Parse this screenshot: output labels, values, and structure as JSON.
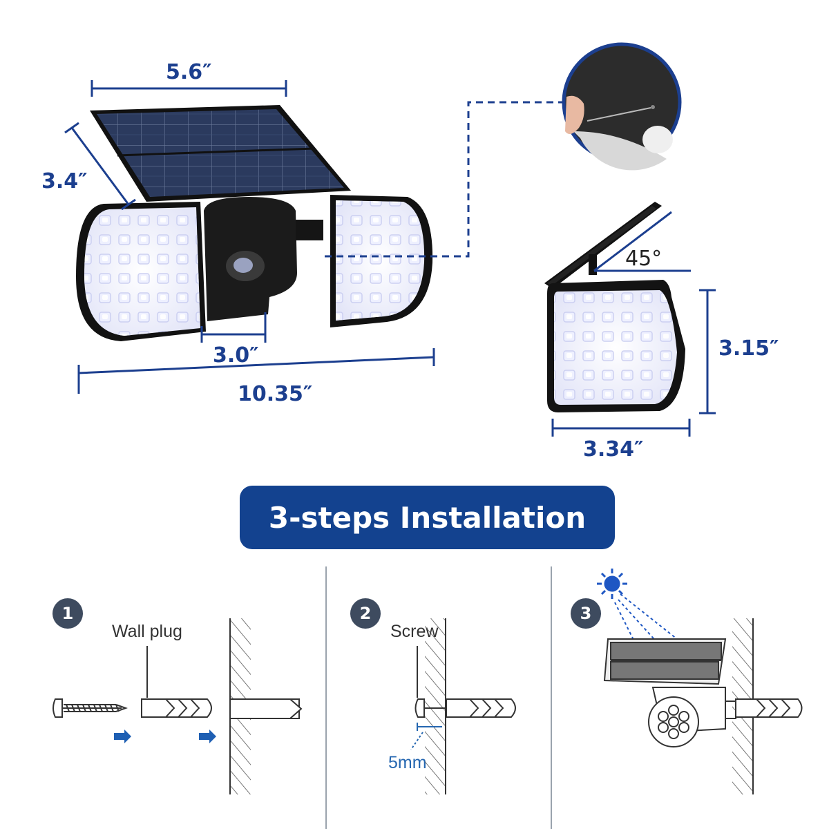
{
  "dimensions": {
    "width_top": "5.6″",
    "depth_side": "3.4″",
    "panel_width": "3.0″",
    "total_width": "10.35″",
    "tilt_angle": "45°",
    "head_height": "3.15″",
    "head_width": "3.34″"
  },
  "banner": {
    "title": "3-steps Installation"
  },
  "steps": [
    {
      "number": "1",
      "label": "Wall plug"
    },
    {
      "number": "2",
      "label": "Screw",
      "measure": "5mm"
    },
    {
      "number": "3"
    }
  ],
  "colors": {
    "dimension_blue": "#1c3f8f",
    "banner_blue": "#13428f",
    "arrow_blue": "#1e5fb3",
    "sun_blue": "#1f57c3"
  },
  "icons": [
    "solar-panel-icon",
    "sun-icon",
    "pin-button-inset-icon",
    "screw-icon",
    "wall-plug-icon",
    "arrow-right-icon"
  ]
}
